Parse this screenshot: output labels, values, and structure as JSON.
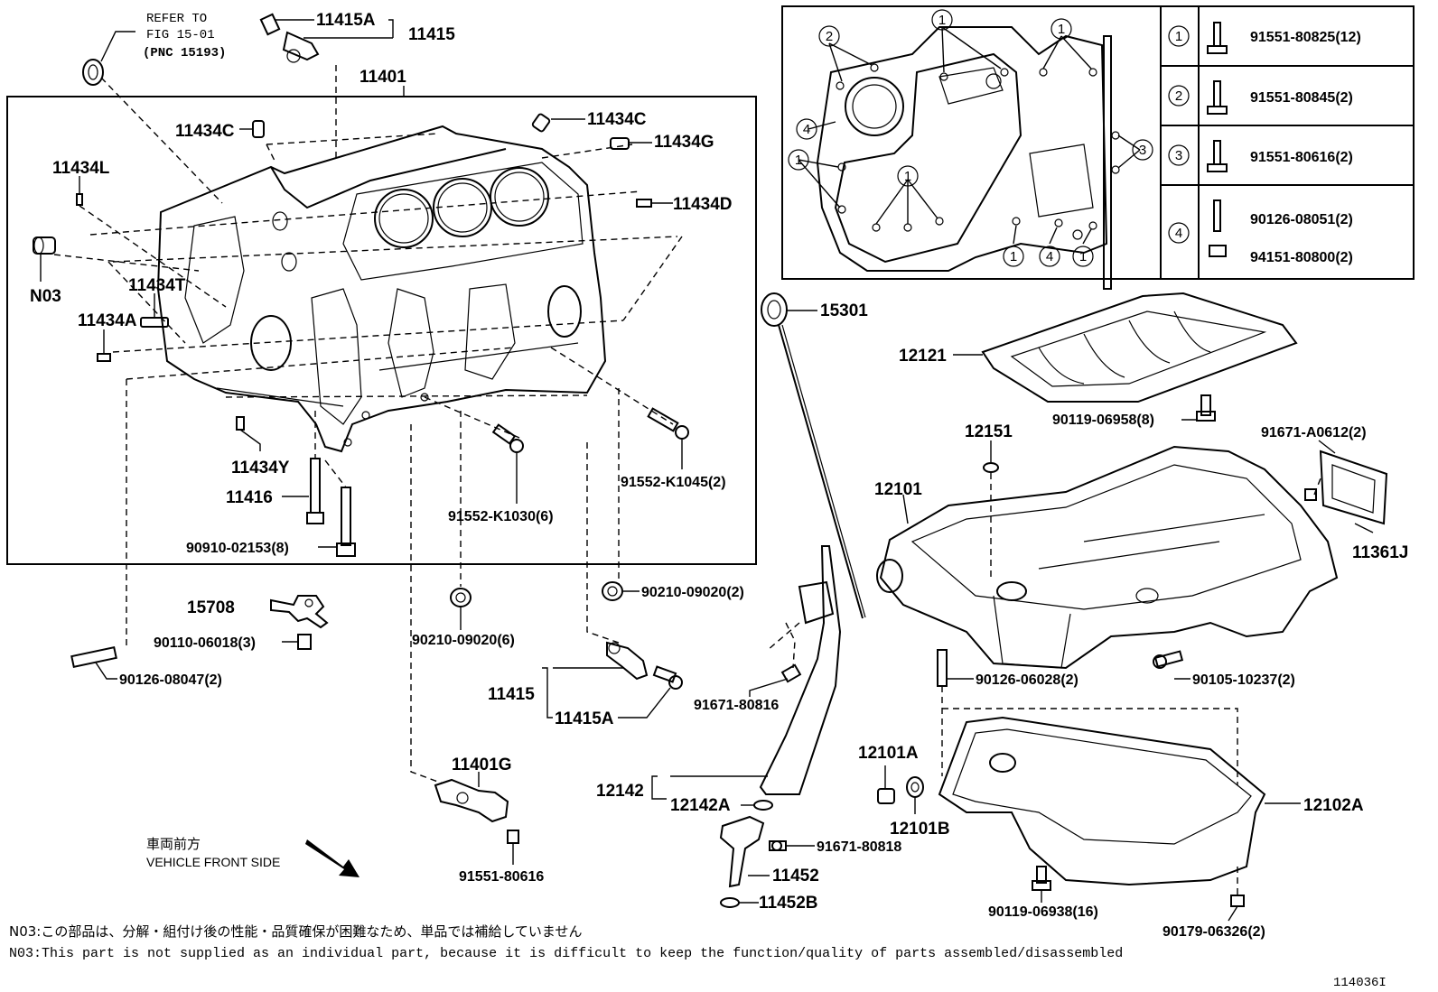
{
  "refer_note": {
    "line1": "REFER TO",
    "line2": "FIG 15-01",
    "line3": "(PNC 15193)"
  },
  "labels": {
    "p11415A_top": "11415A",
    "p11415_top": "11415",
    "p11401": "11401",
    "p11434C_left": "11434C",
    "p11434C_right": "11434C",
    "p11434G": "11434G",
    "p11434L": "11434L",
    "p11434D": "11434D",
    "pN03": "N03",
    "p11434T": "11434T",
    "p11434A": "11434A",
    "p11434Y": "11434Y",
    "p11416": "11416",
    "p90910": "90910-02153(8)",
    "p91552_1030": "91552-K1030(6)",
    "p91552_1045": "91552-K1045(2)",
    "p15301": "15301",
    "p12121": "12121",
    "p90119_06958": "90119-06958(8)",
    "p12151": "12151",
    "p91671_A0612": "91671-A0612(2)",
    "p12101": "12101",
    "p11361J": "11361J",
    "p15708": "15708",
    "p90110": "90110-06018(3)",
    "p90126_08047": "90126-08047(2)",
    "p90210_6": "90210-09020(6)",
    "p90210_2": "90210-09020(2)",
    "p11415_bottom": "11415",
    "p11415A_bottom": "11415A",
    "p91671_80816": "91671-80816",
    "p90126_06028": "90126-06028(2)",
    "p90105": "90105-10237(2)",
    "p11401G": "11401G",
    "p12142": "12142",
    "p12142A": "12142A",
    "p12101A": "12101A",
    "p12101B": "12101B",
    "p12102A": "12102A",
    "p91671_80818": "91671-80818",
    "p11452": "11452",
    "p11452B": "11452B",
    "p91551_80616": "91551-80616",
    "p90119_06938": "90119-06938(16)",
    "p90179": "90179-06326(2)"
  },
  "front_label": {
    "jp": "車両前方",
    "en": "VEHICLE FRONT SIDE"
  },
  "legend": [
    {
      "key": "1",
      "parts": [
        "91551-80825(12)"
      ]
    },
    {
      "key": "2",
      "parts": [
        "91551-80845(2)"
      ]
    },
    {
      "key": "3",
      "parts": [
        "91551-80616(2)"
      ]
    },
    {
      "key": "4",
      "parts": [
        "90126-08051(2)",
        "94151-80800(2)"
      ]
    }
  ],
  "inset_markers": [
    "2",
    "1",
    "1",
    "4",
    "1",
    "1",
    "3",
    "1",
    "4",
    "1"
  ],
  "notes": {
    "jp": "N03:この部品は、分解・組付け後の性能・品質確保が困難なため、単品では補給していません",
    "en": "N03:This part is not supplied as an individual part, because it is difficult to keep the function/quality of parts assembled/disassembled"
  },
  "figure_id": "114036I"
}
